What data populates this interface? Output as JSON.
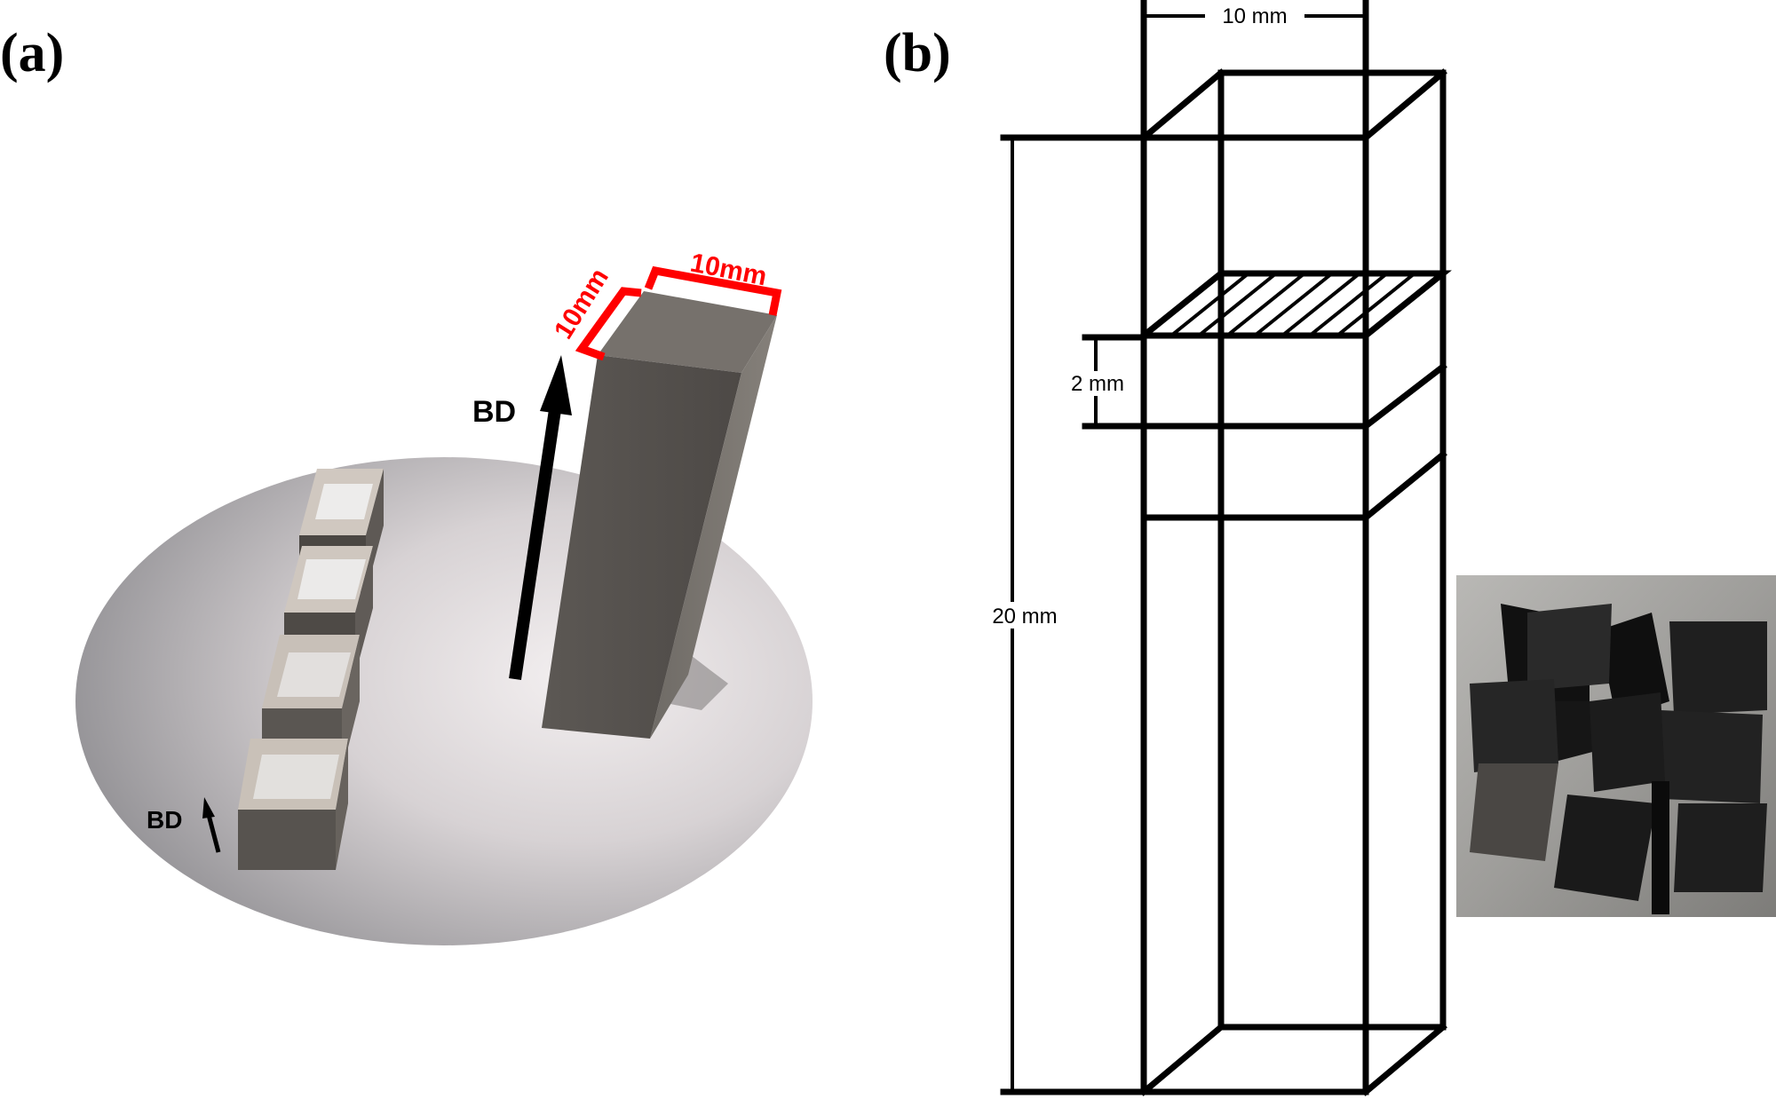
{
  "panels": {
    "a": {
      "label": "(a)"
    },
    "b": {
      "label": "(b)"
    }
  },
  "photo_a": {
    "top_width_label": "10mm",
    "top_depth_label": "10mm",
    "build_direction_label": "BD",
    "small_build_direction_label": "BD"
  },
  "schematic_b": {
    "width_label": "10 mm",
    "height_label": "20 mm",
    "slice_label": "2 mm"
  },
  "colors": {
    "dimension_red": "#ff0000",
    "metal_gray": "#5a5754",
    "sample_black": "#1c1c1c"
  }
}
